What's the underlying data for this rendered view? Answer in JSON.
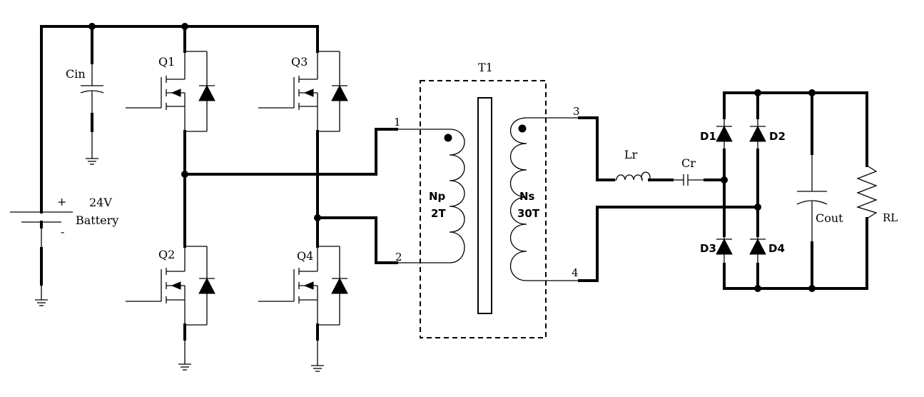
{
  "labels": {
    "cin": "Cin",
    "battery_plus": "+",
    "battery_minus": "-",
    "battery_voltage": "24V",
    "battery_name": "Battery",
    "q1": "Q1",
    "q2": "Q2",
    "q3": "Q3",
    "q4": "Q4",
    "t1": "T1",
    "pin1": "1",
    "pin2": "2",
    "pin3": "3",
    "pin4": "4",
    "np": "Np",
    "np_turns": "2T",
    "ns": "Ns",
    "ns_turns": "30T",
    "lr": "Lr",
    "cr": "Cr",
    "d1": "D1",
    "d2": "D2",
    "d3": "D3",
    "d4": "D4",
    "cout": "Cout",
    "rl": "RL"
  }
}
